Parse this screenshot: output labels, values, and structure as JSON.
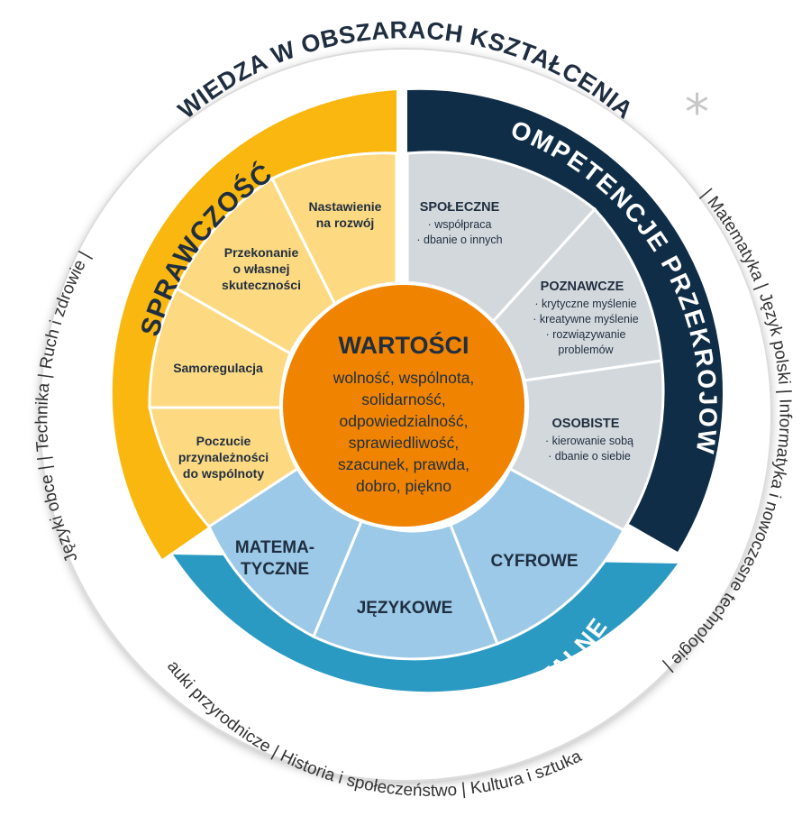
{
  "outer_title": "WIEDZA W OBSZARACH KSZTAŁCENIA",
  "subjects": {
    "right": "| Matematyka | Język polski | Informatyka i nowoczesne technologie |",
    "bottom": "Nauki przyrodnicze | Historia i społeczeństwo | Kultura i sztuka |",
    "left": "| Technika | Ruch i zdrowie |",
    "left_lower": "Języki obce |"
  },
  "bands": {
    "sprawczosc": "SPRAWCZOŚĆ",
    "przekrojowe": "KOMPETENCJE PRZEKROJOWE",
    "fundamentalne": "KOMPETENCJE FUNDAMENTALNE"
  },
  "center": {
    "title": "WARTOŚCI",
    "lines": [
      "wolność, wspólnota,",
      "solidarność,",
      "odpowiedzialność,",
      "sprawiedliwość,",
      "szacunek, prawda,",
      "dobro, piękno"
    ]
  },
  "sprawczosc_segments": [
    {
      "lines": [
        "Nastawienie",
        "na rozwój"
      ]
    },
    {
      "lines": [
        "Przekonanie",
        "o własnej",
        "skuteczności"
      ]
    },
    {
      "lines": [
        "Samoregulacja"
      ]
    },
    {
      "lines": [
        "Poczucie",
        "przynależności",
        "do wspólnoty"
      ]
    }
  ],
  "przekrojowe_segments": [
    {
      "title": "SPOŁECZNE",
      "items": [
        "· współpraca",
        "· dbanie o innych"
      ]
    },
    {
      "title": "POZNAWCZE",
      "items": [
        "· krytyczne myślenie",
        "· kreatywne myślenie",
        "· rozwiązywanie",
        "problemów"
      ]
    },
    {
      "title": "OSOBISTE",
      "items": [
        "· kierowanie sobą",
        "· dbanie o siebie"
      ]
    }
  ],
  "fundamentalne_segments": [
    {
      "lines": [
        "MATEMA-",
        "TYCZNE"
      ]
    },
    {
      "lines": [
        "JĘZYKOWE"
      ]
    },
    {
      "lines": [
        "CYFROWE"
      ]
    }
  ],
  "decor": {
    "star": "*"
  },
  "colors": {
    "outer_ring": "#ffffff",
    "outer_ring_edge": "#dcdcdc",
    "sprawczosc_band": "#f9b710",
    "sprawczosc_segment": "#fdd981",
    "przekrojowe_band": "#0f2d46",
    "przekrojowe_segment": "#d3d8dc",
    "fundamentalne_band": "#2b9ac2",
    "fundamentalne_segment": "#9cc9e8",
    "center": "#f08400",
    "text_dark": "#1f2e40"
  }
}
